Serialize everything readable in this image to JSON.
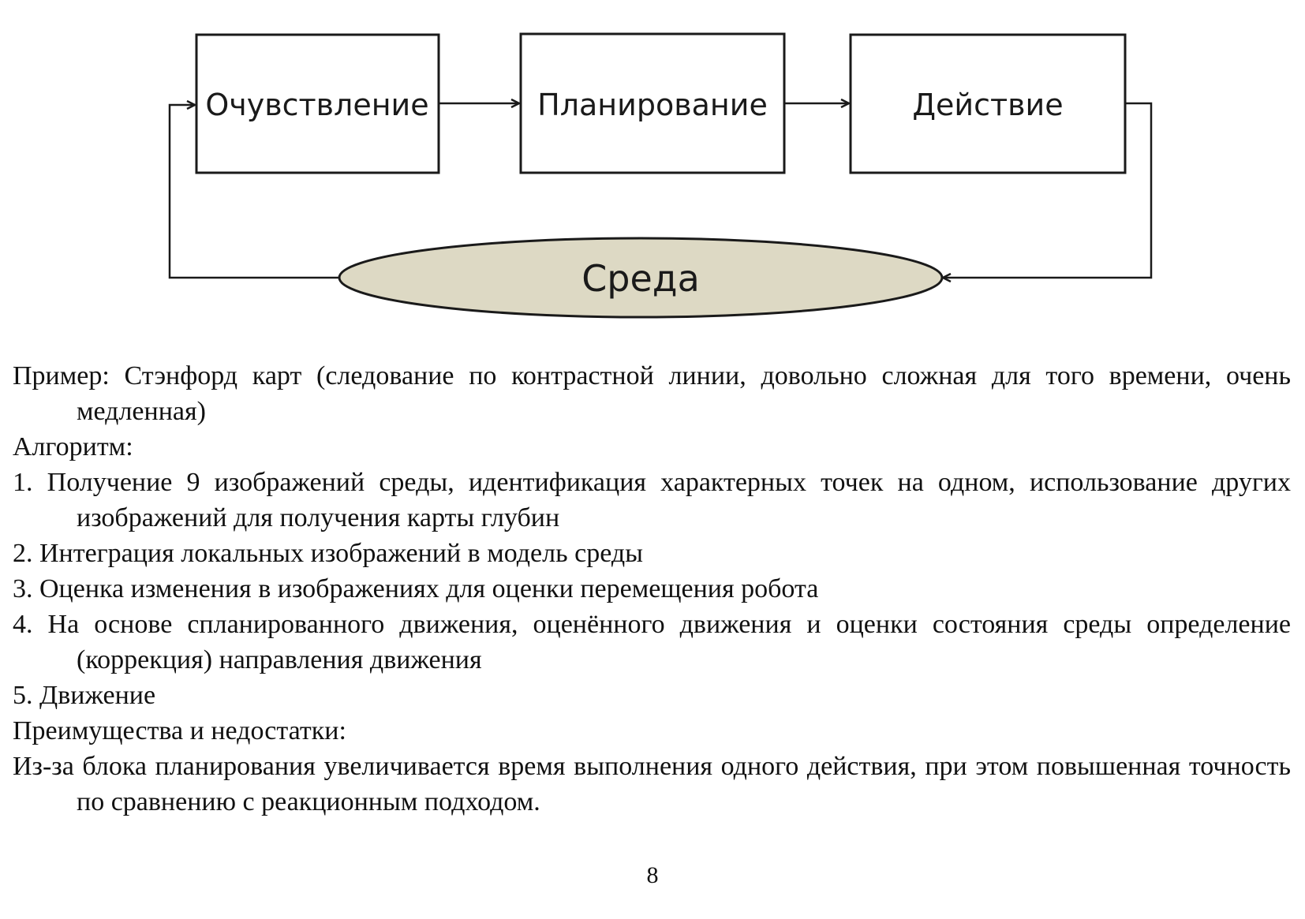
{
  "diagram": {
    "boxes": [
      "Очувствление",
      "Планирование",
      "Действие"
    ],
    "environment": "Среда",
    "colors": {
      "stroke": "#1a1a1a",
      "ellipse_fill": "#ddd9c4"
    }
  },
  "text": {
    "example": "Пример: Стэнфорд карт (следование по контрастной линии, довольно сложная для того времени, очень медленная)",
    "algorithm_heading": "Алгоритм:",
    "steps": [
      "1. Получение 9 изображений среды, идентификация характерных точек на одном, использование других изображений для получения карты глубин",
      "2. Интеграция локальных изображений в модель среды",
      "3. Оценка изменения в изображениях для оценки перемещения робота",
      "4. На основе спланированного движения, оценённого движения и оценки состояния среды определение (коррекция) направления движения",
      "5. Движение"
    ],
    "pros_cons_heading": "Преимущества и недостатки:",
    "conclusion": "Из-за блока планирования увеличивается время выполнения одного действия, при этом повышенная точность по сравнению с реакционным подходом."
  },
  "page_number": "8"
}
